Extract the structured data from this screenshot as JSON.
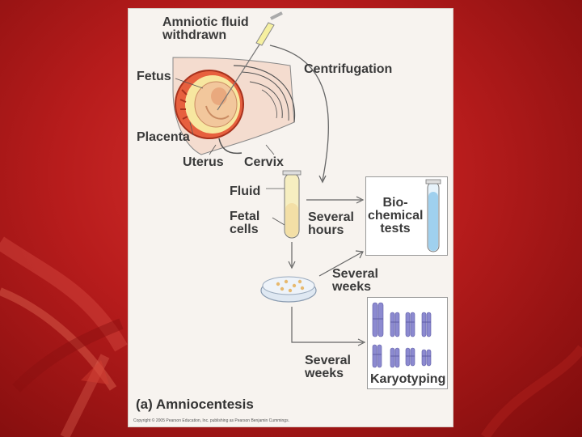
{
  "labels": {
    "amniotic_fluid": "Amniotic fluid\nwithdrawn",
    "fetus": "Fetus",
    "centrifugation": "Centrifugation",
    "placenta": "Placenta",
    "uterus": "Uterus",
    "cervix": "Cervix",
    "fluid": "Fluid",
    "fetal_cells": "Fetal\ncells",
    "several_hours": "Several\nhours",
    "biochemical_tests": "Bio-\nchemical\ntests",
    "several_weeks_1": "Several\nweeks",
    "several_weeks_2": "Several\nweeks",
    "karyotyping": "Karyotyping"
  },
  "caption": "(a) Amniocentesis",
  "copyright": "Copyright © 2005 Pearson Education, Inc. publishing as Pearson Benjamin Cummings.",
  "colors": {
    "background": "#b71c1c",
    "panel": "#f7f3ef",
    "chromosome": "#8c8ad0",
    "tube_liquid": "#9fd0ee"
  }
}
